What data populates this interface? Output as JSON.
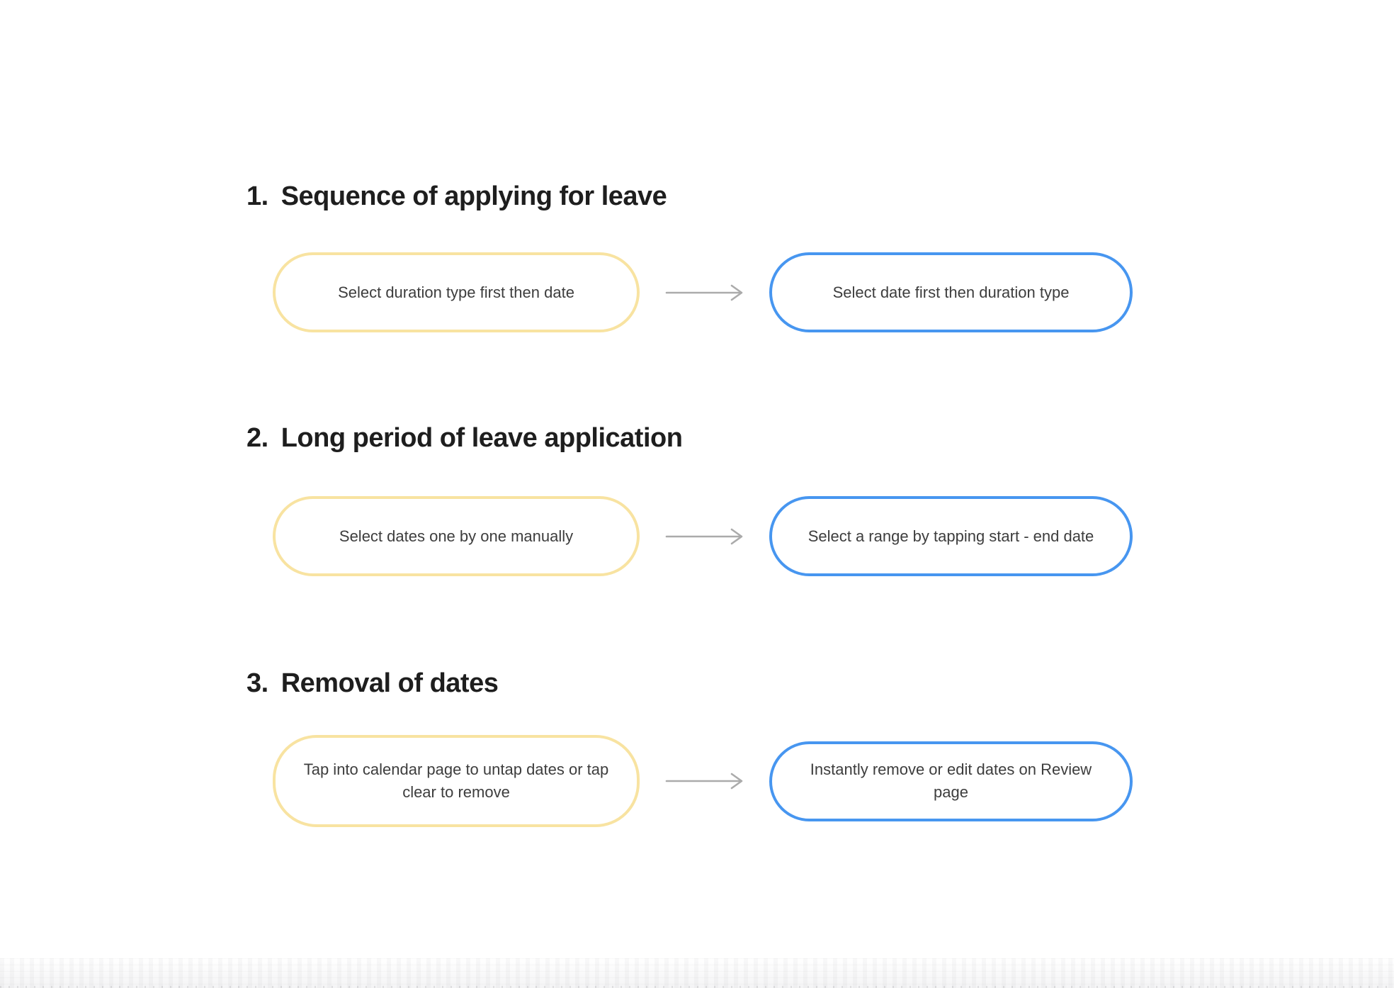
{
  "page": {
    "background": "#ffffff"
  },
  "colors": {
    "yellow_border": "#F8E3A1",
    "blue_border": "#4796F0",
    "arrow": "#ABABAB",
    "heading_text": "#1E1E1E",
    "pill_text": "#3D3D3D"
  },
  "sections": [
    {
      "number": "1.",
      "title": "Sequence of applying for leave",
      "before": "Select duration type first then date",
      "after": "Select date first then duration type"
    },
    {
      "number": "2.",
      "title": "Long period of leave application",
      "before": "Select dates one by one manually",
      "after": "Select a range by tapping start - end date"
    },
    {
      "number": "3.",
      "title": "Removal of dates",
      "before": "Tap into calendar page to untap dates or tap clear to remove",
      "after": "Instantly remove or edit dates on Review page"
    }
  ]
}
